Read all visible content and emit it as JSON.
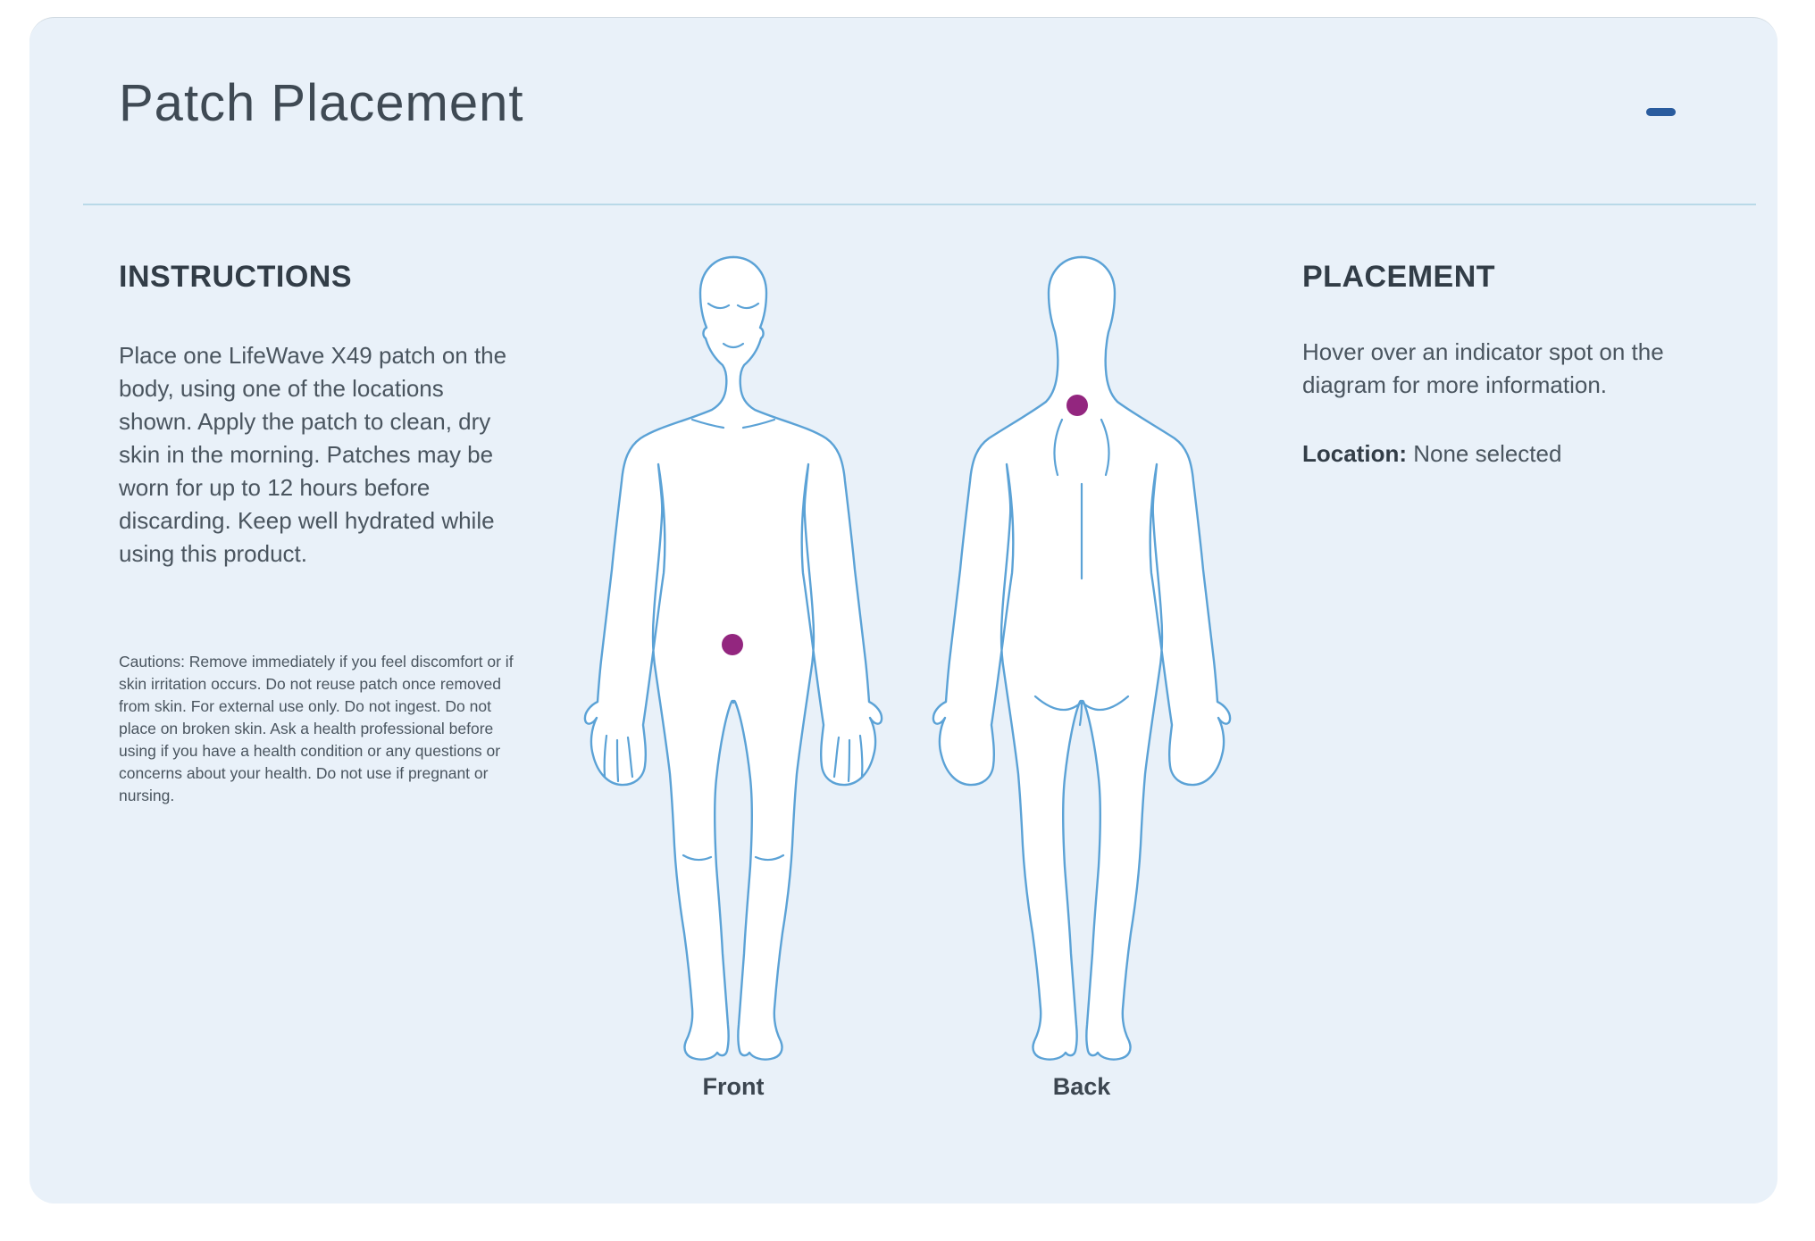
{
  "header": {
    "title": "Patch Placement",
    "collapse_icon": "minus-icon"
  },
  "instructions": {
    "heading": "INSTRUCTIONS",
    "body": "Place one LifeWave X49 patch on the body, using one of the locations shown. Apply the patch to clean, dry skin in the morning. Patches may be worn for up to 12 hours before discarding. Keep well hydrated while using this product.",
    "cautions": "Cautions: Remove immediately if you feel discomfort or if skin irritation occurs. Do not reuse patch once removed from skin. For external use only. Do not ingest. Do not place on broken skin. Ask a health professional before using if you have a health condition or any questions or concerns about your health. Do not use if pregnant or nursing."
  },
  "placement": {
    "heading": "PLACEMENT",
    "hint": "Hover over an indicator spot on the diagram for more information.",
    "location_label": "Location:",
    "location_value": "None selected"
  },
  "diagram": {
    "front_label": "Front",
    "back_label": "Back",
    "spots": [
      {
        "view": "front",
        "area": "lower-abdomen"
      },
      {
        "view": "back",
        "area": "upper-spine"
      }
    ]
  },
  "colors": {
    "card_bg": "#e9f1f9",
    "outline_blue": "#5ba2d6",
    "spot_magenta": "#93267f",
    "collapse_blue": "#2a5c9e",
    "divider_blue": "#b9d9e8",
    "title_color": "#3f4a54",
    "heading_color": "#323d47",
    "text_color": "#4a555f"
  }
}
